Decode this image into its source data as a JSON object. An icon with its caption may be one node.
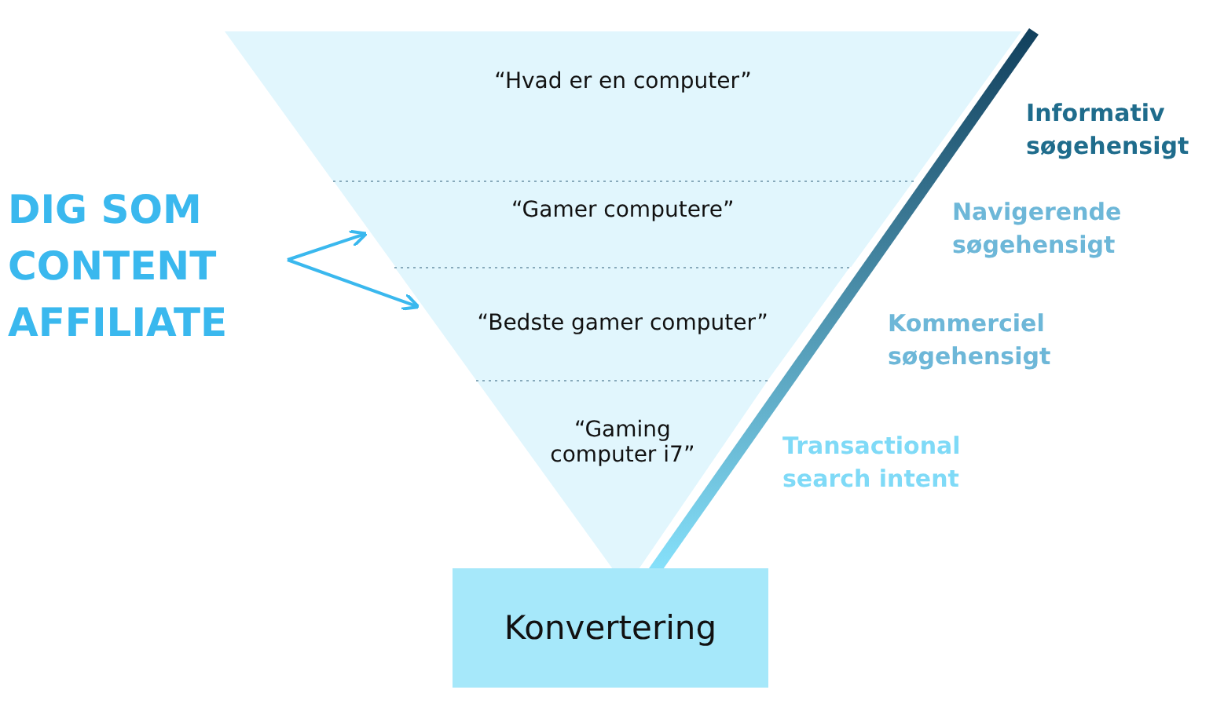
{
  "diagram": {
    "nodes": [
      {
        "text": [
          "“Hvad er en computer”"
        ]
      },
      {
        "text": [
          "“Gamer computere”"
        ]
      },
      {
        "text": [
          "“Bedste gamer computer”"
        ]
      },
      {
        "text": [
          "“Gaming computer i7”"
        ]
      },
      {
        "text": [
          "Konvertering"
        ]
      },
      {
        "text": [
          "DIG SOM CONTENT AFFILIATE"
        ]
      }
    ],
    "edges": [
      {
        "from": 5,
        "to": 1,
        "arrow": "to"
      },
      {
        "from": 5,
        "to": 2,
        "arrow": "to"
      }
    ],
    "labels": [
      "Informativ søgehensigt",
      "Navigerende søgehensigt",
      "Kommerciel søgehensigt",
      "Transactional search intent"
    ]
  }
}
